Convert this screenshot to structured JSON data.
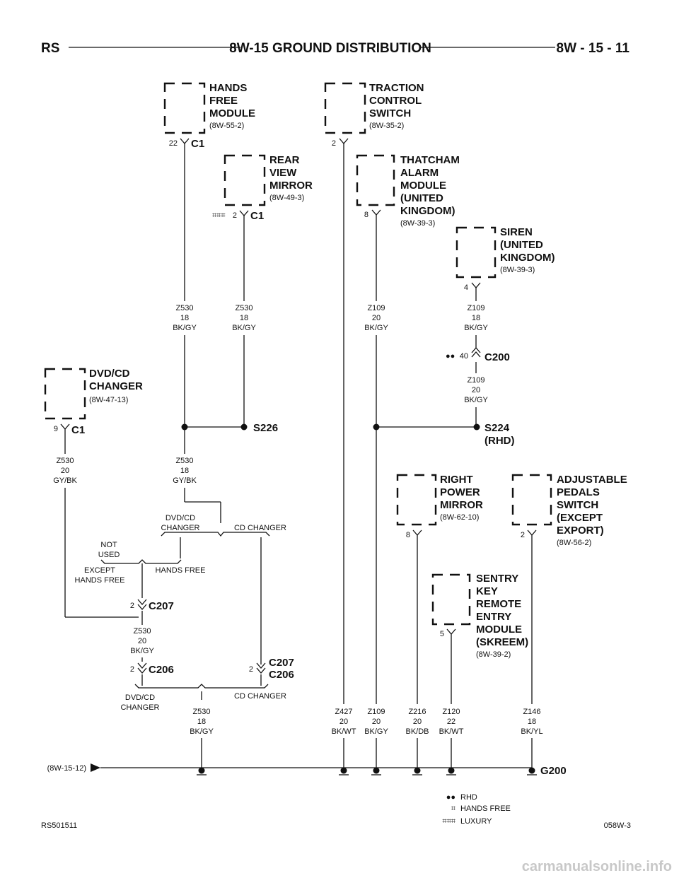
{
  "header": {
    "left": "RS",
    "title": "8W-15 GROUND DISTRIBUTION",
    "right": "8W - 15 - 11"
  },
  "components": {
    "hfm": {
      "l1": "HANDS",
      "l2": "FREE",
      "l3": "MODULE",
      "ref": "(8W-55-2)",
      "pin": "22",
      "conn": "C1"
    },
    "tcs": {
      "l1": "TRACTION",
      "l2": "CONTROL",
      "l3": "SWITCH",
      "ref": "(8W-35-2)",
      "pin": "2"
    },
    "rvm": {
      "l1": "REAR",
      "l2": "VIEW",
      "l3": "MIRROR",
      "ref": "(8W-49-3)",
      "pin": "2",
      "conn": "C1",
      "mark": "⌗⌗⌗"
    },
    "tam": {
      "l1": "THATCHAM",
      "l2": "ALARM",
      "l3": "MODULE",
      "l4": "(UNITED",
      "l5": "KINGDOM)",
      "ref": "(8W-39-3)",
      "pin": "8"
    },
    "siren": {
      "l1": "SIREN",
      "l2": "(UNITED",
      "l3": "KINGDOM)",
      "ref": "(8W-39-3)",
      "pin": "4"
    },
    "dvd": {
      "l1": "DVD/CD",
      "l2": "CHANGER",
      "ref": "(8W-47-13)",
      "pin": "9",
      "conn": "C1"
    },
    "rpm": {
      "l1": "RIGHT",
      "l2": "POWER",
      "l3": "MIRROR",
      "ref": "(8W-62-10)",
      "pin": "8"
    },
    "aps": {
      "l1": "ADJUSTABLE",
      "l2": "PEDALS",
      "l3": "SWITCH",
      "l4": "(EXCEPT",
      "l5": "EXPORT)",
      "ref": "(8W-56-2)",
      "pin": "2"
    },
    "skreem": {
      "l1": "SENTRY",
      "l2": "KEY",
      "l3": "REMOTE",
      "l4": "ENTRY",
      "l5": "MODULE",
      "l6": "(SKREEM)",
      "ref": "(8W-39-2)",
      "pin": "5"
    }
  },
  "wires": {
    "hfm": {
      "c": "Z530",
      "g": "18",
      "k": "BK/GY"
    },
    "rvm": {
      "c": "Z530",
      "g": "18",
      "k": "BK/GY"
    },
    "tam": {
      "c": "Z109",
      "g": "20",
      "k": "BK/GY"
    },
    "siren": {
      "c": "Z109",
      "g": "18",
      "k": "BK/GY"
    },
    "c200b": {
      "c": "Z109",
      "g": "20",
      "k": "BK/GY"
    },
    "dvd": {
      "c": "Z530",
      "g": "20",
      "k": "GY/BK"
    },
    "s226b": {
      "c": "Z530",
      "g": "18",
      "k": "GY/BK"
    },
    "c207b": {
      "c": "Z530",
      "g": "20",
      "k": "BK/GY"
    },
    "c206b": {
      "c": "Z530",
      "g": "18",
      "k": "BK/GY"
    },
    "tcs": {
      "c": "Z427",
      "g": "20",
      "k": "BK/WT"
    },
    "s224b": {
      "c": "Z109",
      "g": "20",
      "k": "BK/GY"
    },
    "rpm": {
      "c": "Z216",
      "g": "20",
      "k": "BK/DB"
    },
    "skreem": {
      "c": "Z120",
      "g": "22",
      "k": "BK/WT"
    },
    "aps": {
      "c": "Z146",
      "g": "18",
      "k": "BK/YL"
    }
  },
  "connectors": {
    "c200": {
      "name": "C200",
      "pin": "40",
      "mark": "●●"
    },
    "c207": {
      "name": "C207",
      "pin": "2"
    },
    "c206": {
      "name": "C206",
      "pin": "2"
    },
    "c207c206": {
      "name1": "C207",
      "name2": "C206",
      "pin": "2"
    }
  },
  "splices": {
    "s226": "S226",
    "s224": {
      "l1": "S224",
      "l2": "(RHD)"
    }
  },
  "ground": {
    "name": "G200",
    "ref": "(8W-15-12)"
  },
  "options": {
    "top_dvd": {
      "l1": "DVD/CD",
      "l2": "CHANGER"
    },
    "top_cd": "CD CHANGER",
    "not_used": {
      "l1": "NOT",
      "l2": "USED"
    },
    "except_hf": {
      "l1": "EXCEPT",
      "l2": "HANDS FREE"
    },
    "hands_free": "HANDS FREE",
    "bot_dvd": {
      "l1": "DVD/CD",
      "l2": "CHANGER"
    },
    "bot_cd": "CD CHANGER"
  },
  "legend": [
    {
      "symbol": "●●",
      "text": "RHD"
    },
    {
      "symbol": "⌗",
      "text": "HANDS FREE"
    },
    {
      "symbol": "⌗⌗⌗",
      "text": "LUXURY"
    }
  ],
  "footer": {
    "left": "RS501511",
    "right": "058W-3"
  },
  "watermark": "carmanualsonline.info"
}
